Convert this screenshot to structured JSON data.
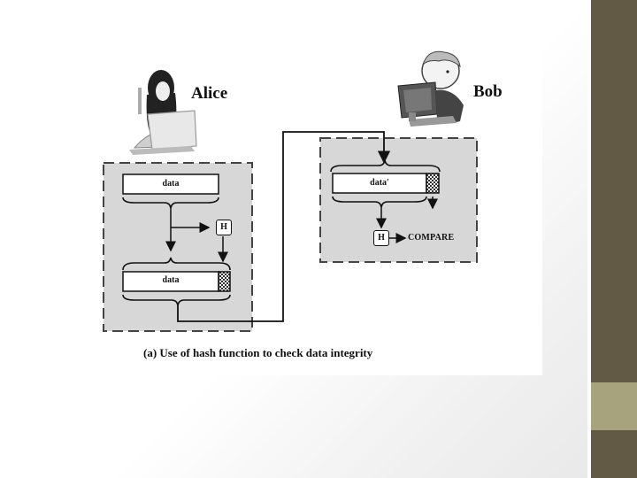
{
  "figure": {
    "alice_label": "Alice",
    "bob_label": "Bob",
    "alice_data_label": "data",
    "alice_data_hashed_label": "data",
    "bob_data_label": "data′",
    "hash_symbol": "H",
    "bob_hash_symbol": "H",
    "compare_label": "COMPARE",
    "caption": "(a) Use of hash function to check data integrity"
  },
  "theme": {
    "accent_dark": "#625a44",
    "accent_light": "#a7a37c",
    "panel_fill": "#d7d7d7"
  }
}
